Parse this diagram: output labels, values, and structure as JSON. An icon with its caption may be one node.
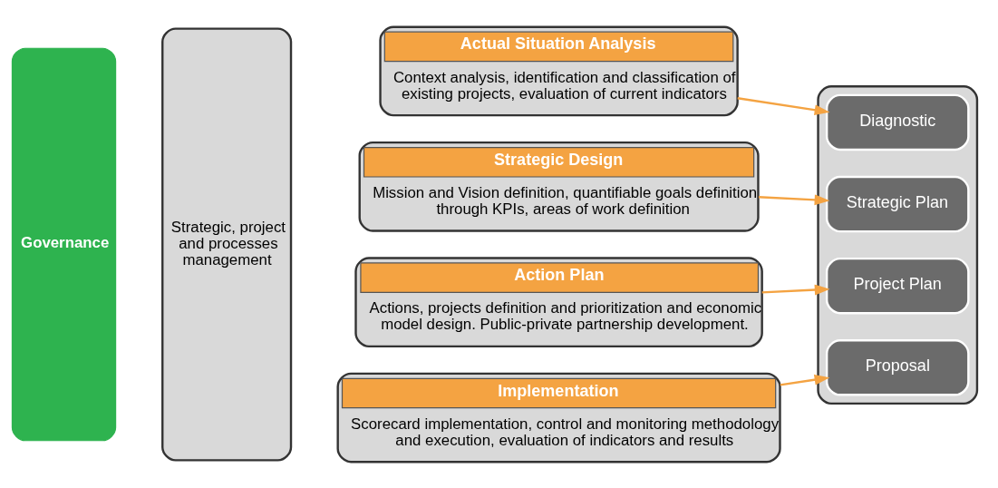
{
  "diagram": {
    "nodes": [
      {
        "text": [
          "Governance"
        ]
      },
      {
        "text": [
          "Strategic, project and processes management"
        ]
      },
      {
        "text": [
          "Actual Situation Analysis",
          "Context analysis, identification and classification of existing projects, evaluation of current indicators"
        ]
      },
      {
        "text": [
          "Strategic Design",
          "Mission and Vision definition, quantifiable goals definition through KPIs, areas of work definition"
        ]
      },
      {
        "text": [
          "Action Plan",
          "Actions, projects definition and prioritization and economic model design. Public-private partnership development."
        ]
      },
      {
        "text": [
          "Implementation",
          "Scorecard implementation, control and monitoring methodology and execution, evaluation of indicators and results"
        ]
      },
      {
        "text": [],
        "shape": "box"
      },
      {
        "text": [
          "Diagnostic"
        ],
        "in": 6
      },
      {
        "text": [
          "Strategic Plan"
        ],
        "in": 6
      },
      {
        "text": [
          "Project Plan"
        ],
        "in": 6
      },
      {
        "text": [
          "Proposal"
        ],
        "in": 6
      }
    ],
    "edges": [
      {
        "from": 2,
        "to": 7,
        "arrow": "to"
      },
      {
        "from": 3,
        "to": 8,
        "arrow": "to"
      },
      {
        "from": 4,
        "to": 9,
        "arrow": "to"
      },
      {
        "from": 5,
        "to": 10,
        "arrow": "to"
      }
    ]
  }
}
